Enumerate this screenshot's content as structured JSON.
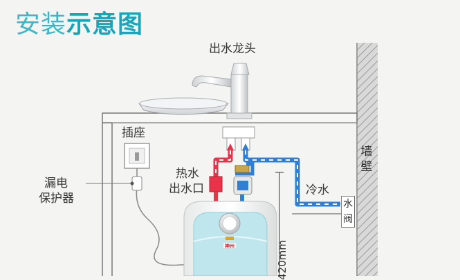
{
  "title": {
    "light": "安装",
    "bold": "示意图"
  },
  "labels": {
    "faucet": "出水龙头",
    "socket": "插座",
    "leakage_protector_line1": "漏电",
    "leakage_protector_line2": "保护器",
    "hot_water_line1": "热水",
    "hot_water_line2": "出水口",
    "cold_water": "冷水",
    "wall_line1": "墙",
    "wall_line2": "壁",
    "valve_line1": "水",
    "valve_line2": "阀",
    "dimension": "420mm",
    "brand": "神州"
  },
  "colors": {
    "title": "#1aa6b8",
    "hot_pipe": "#e8334a",
    "cold_pipe": "#2f7fd6",
    "heater_face": "#bfe6ec"
  }
}
